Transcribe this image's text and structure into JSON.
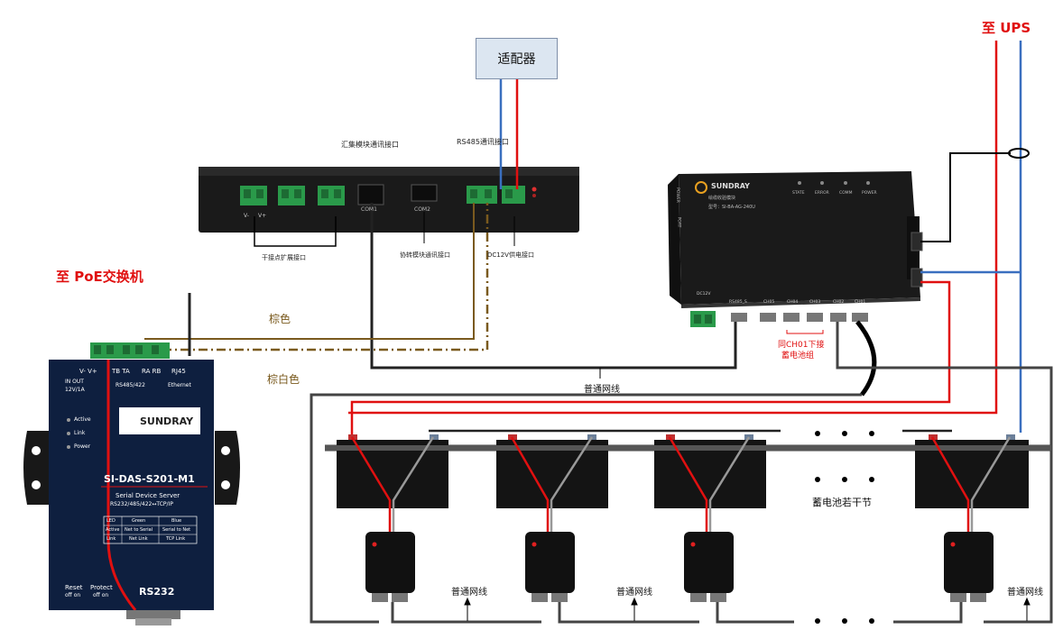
{
  "adapter": {
    "label": "适配器"
  },
  "to_ups": "至 UPS",
  "to_poe": "至 PoE交换机",
  "wire_brown": "棕色",
  "wire_brown_white": "棕白色",
  "collector": {
    "labels": {
      "aggregate_port": "汇集模块通讯接口",
      "rs485_port": "RS485通讯接口",
      "dry_contact": "干接点扩展接口",
      "protocol_port": "协转模块通讯接口",
      "dc12v_port": "DC12V供电接口",
      "com1": "COM1",
      "com2": "COM2",
      "vm": "V-",
      "vp": "V+"
    }
  },
  "sundray_module": {
    "brand": "SUNDRAY",
    "name": "绘缆收验模块",
    "model": "型号：SI-BA-AG-240U",
    "leds": [
      "STATE",
      "ERROR",
      "COMM",
      "POWER"
    ],
    "ports": [
      "RS485_S",
      "CH05",
      "CH04",
      "CH03",
      "CH02",
      "CH01"
    ],
    "dc": "DC12V",
    "side_power": "POWER",
    "side_port": "PORT"
  },
  "ch_note_line1": "同CH01下接",
  "ch_note_line2": "蓄电池组",
  "network_cable": "普通网线",
  "battery_note": "蓄电池若干节",
  "server": {
    "brand": "SUNDRAY",
    "top_labels": [
      "V- V+",
      "TB TA",
      "RA RB",
      "RJ45"
    ],
    "sub_labels": [
      "IN   OUT",
      "12V/1A",
      "RS485/422",
      "Ethernet"
    ],
    "leds": [
      "Active",
      "Link",
      "Power"
    ],
    "model": "SI-DAS-S201-M1",
    "desc1": "Serial Device Server",
    "desc2": "RS232/485/422↔TCP/IP",
    "table": [
      [
        "LED",
        "Green",
        "Blue"
      ],
      [
        "Active",
        "Net to Serial",
        "Serial to Net"
      ],
      [
        "Link",
        "Net Link",
        "TCP Link"
      ]
    ],
    "reset": "Reset",
    "reset_sub": "off on",
    "protect": "Protect",
    "protect_sub": "off on",
    "rs232": "RS232"
  }
}
